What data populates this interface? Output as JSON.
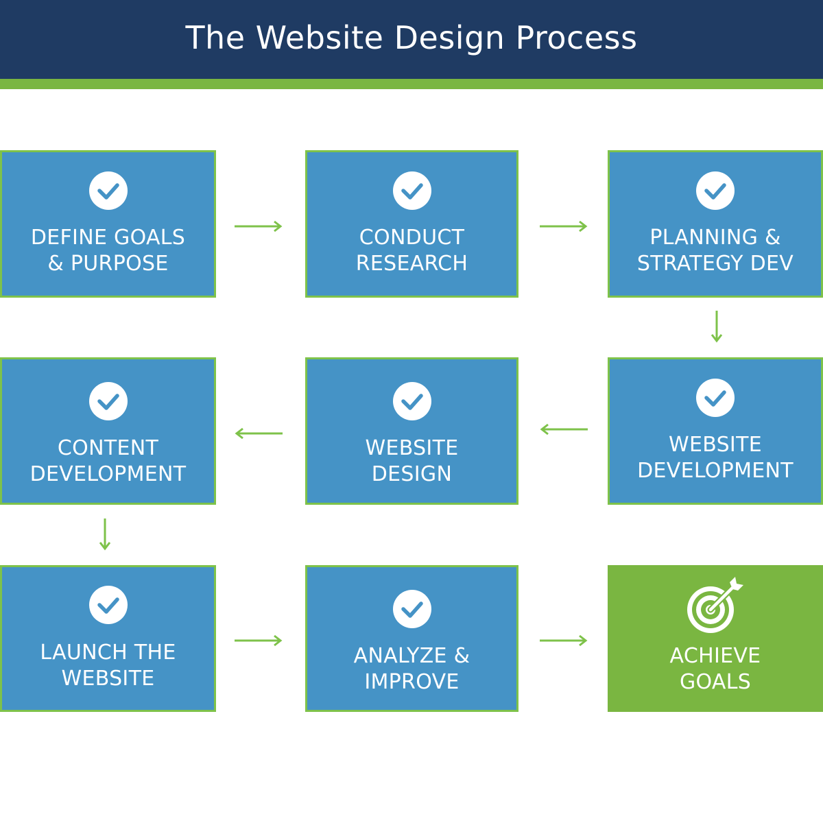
{
  "header": {
    "title": "The Website Design Process"
  },
  "colors": {
    "header_bg": "#1f3b63",
    "accent_green": "#7ab641",
    "step_blue": "#4593c6",
    "step_border": "#7ec24a",
    "text": "#ffffff"
  },
  "steps": [
    {
      "label": "DEFINE GOALS\n& PURPOSE",
      "icon": "check-circle-icon"
    },
    {
      "label": "CONDUCT\nRESEARCH",
      "icon": "check-circle-icon"
    },
    {
      "label": "PLANNING &\nSTRATEGY DEV",
      "icon": "check-circle-icon"
    },
    {
      "label": "WEBSITE\nDEVELOPMENT",
      "icon": "check-circle-icon"
    },
    {
      "label": "WEBSITE\nDESIGN",
      "icon": "check-circle-icon"
    },
    {
      "label": "CONTENT\nDEVELOPMENT",
      "icon": "check-circle-icon"
    },
    {
      "label": "LAUNCH THE\nWEBSITE",
      "icon": "check-circle-icon"
    },
    {
      "label": "ANALYZE &\nIMPROVE",
      "icon": "check-circle-icon"
    },
    {
      "label": "ACHIEVE\nGOALS",
      "icon": "target-arrow-icon"
    }
  ],
  "flow": [
    {
      "from": 0,
      "to": 1,
      "direction": "right"
    },
    {
      "from": 1,
      "to": 2,
      "direction": "right"
    },
    {
      "from": 2,
      "to": 3,
      "direction": "down"
    },
    {
      "from": 3,
      "to": 4,
      "direction": "left"
    },
    {
      "from": 4,
      "to": 5,
      "direction": "left"
    },
    {
      "from": 5,
      "to": 6,
      "direction": "down"
    },
    {
      "from": 6,
      "to": 7,
      "direction": "right"
    },
    {
      "from": 7,
      "to": 8,
      "direction": "right"
    }
  ]
}
